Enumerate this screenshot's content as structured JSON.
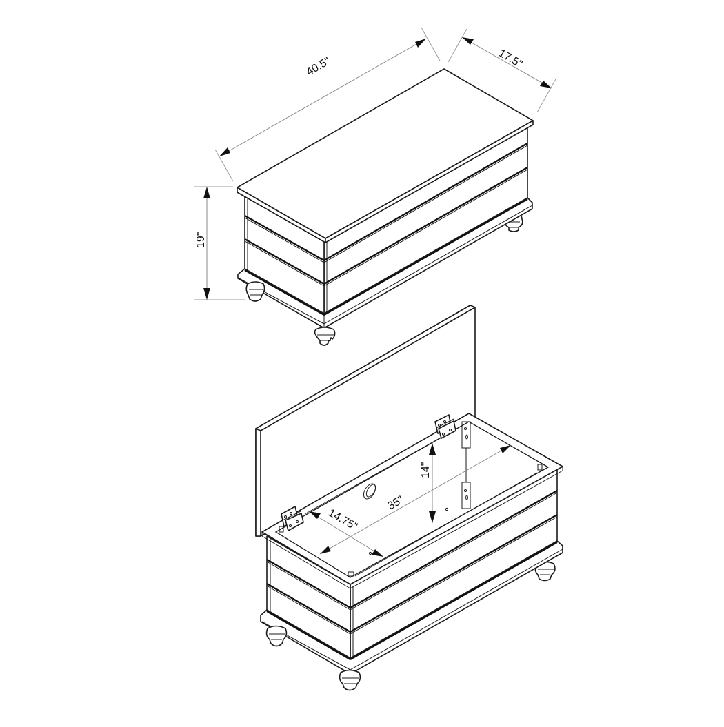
{
  "diagram": {
    "subject": "storage chest / blanket chest dimension drawing",
    "views": [
      {
        "name": "closed-chest",
        "dimensions": {
          "length": "40.5\"",
          "depth": "17.5\"",
          "height": "19\""
        }
      },
      {
        "name": "open-chest",
        "dimensions": {
          "interior_length": "35\"",
          "interior_depth": "14.75\"",
          "interior_height": "14\""
        }
      }
    ]
  },
  "labels": {
    "length": "40.5\"",
    "depth": "17.5\"",
    "height": "19\"",
    "interior_length": "35\"",
    "interior_depth": "14.75\"",
    "interior_height": "14\""
  },
  "colors": {
    "line": "#1a1a1a",
    "dimension_line": "#8a8a8a",
    "background": "#ffffff"
  }
}
